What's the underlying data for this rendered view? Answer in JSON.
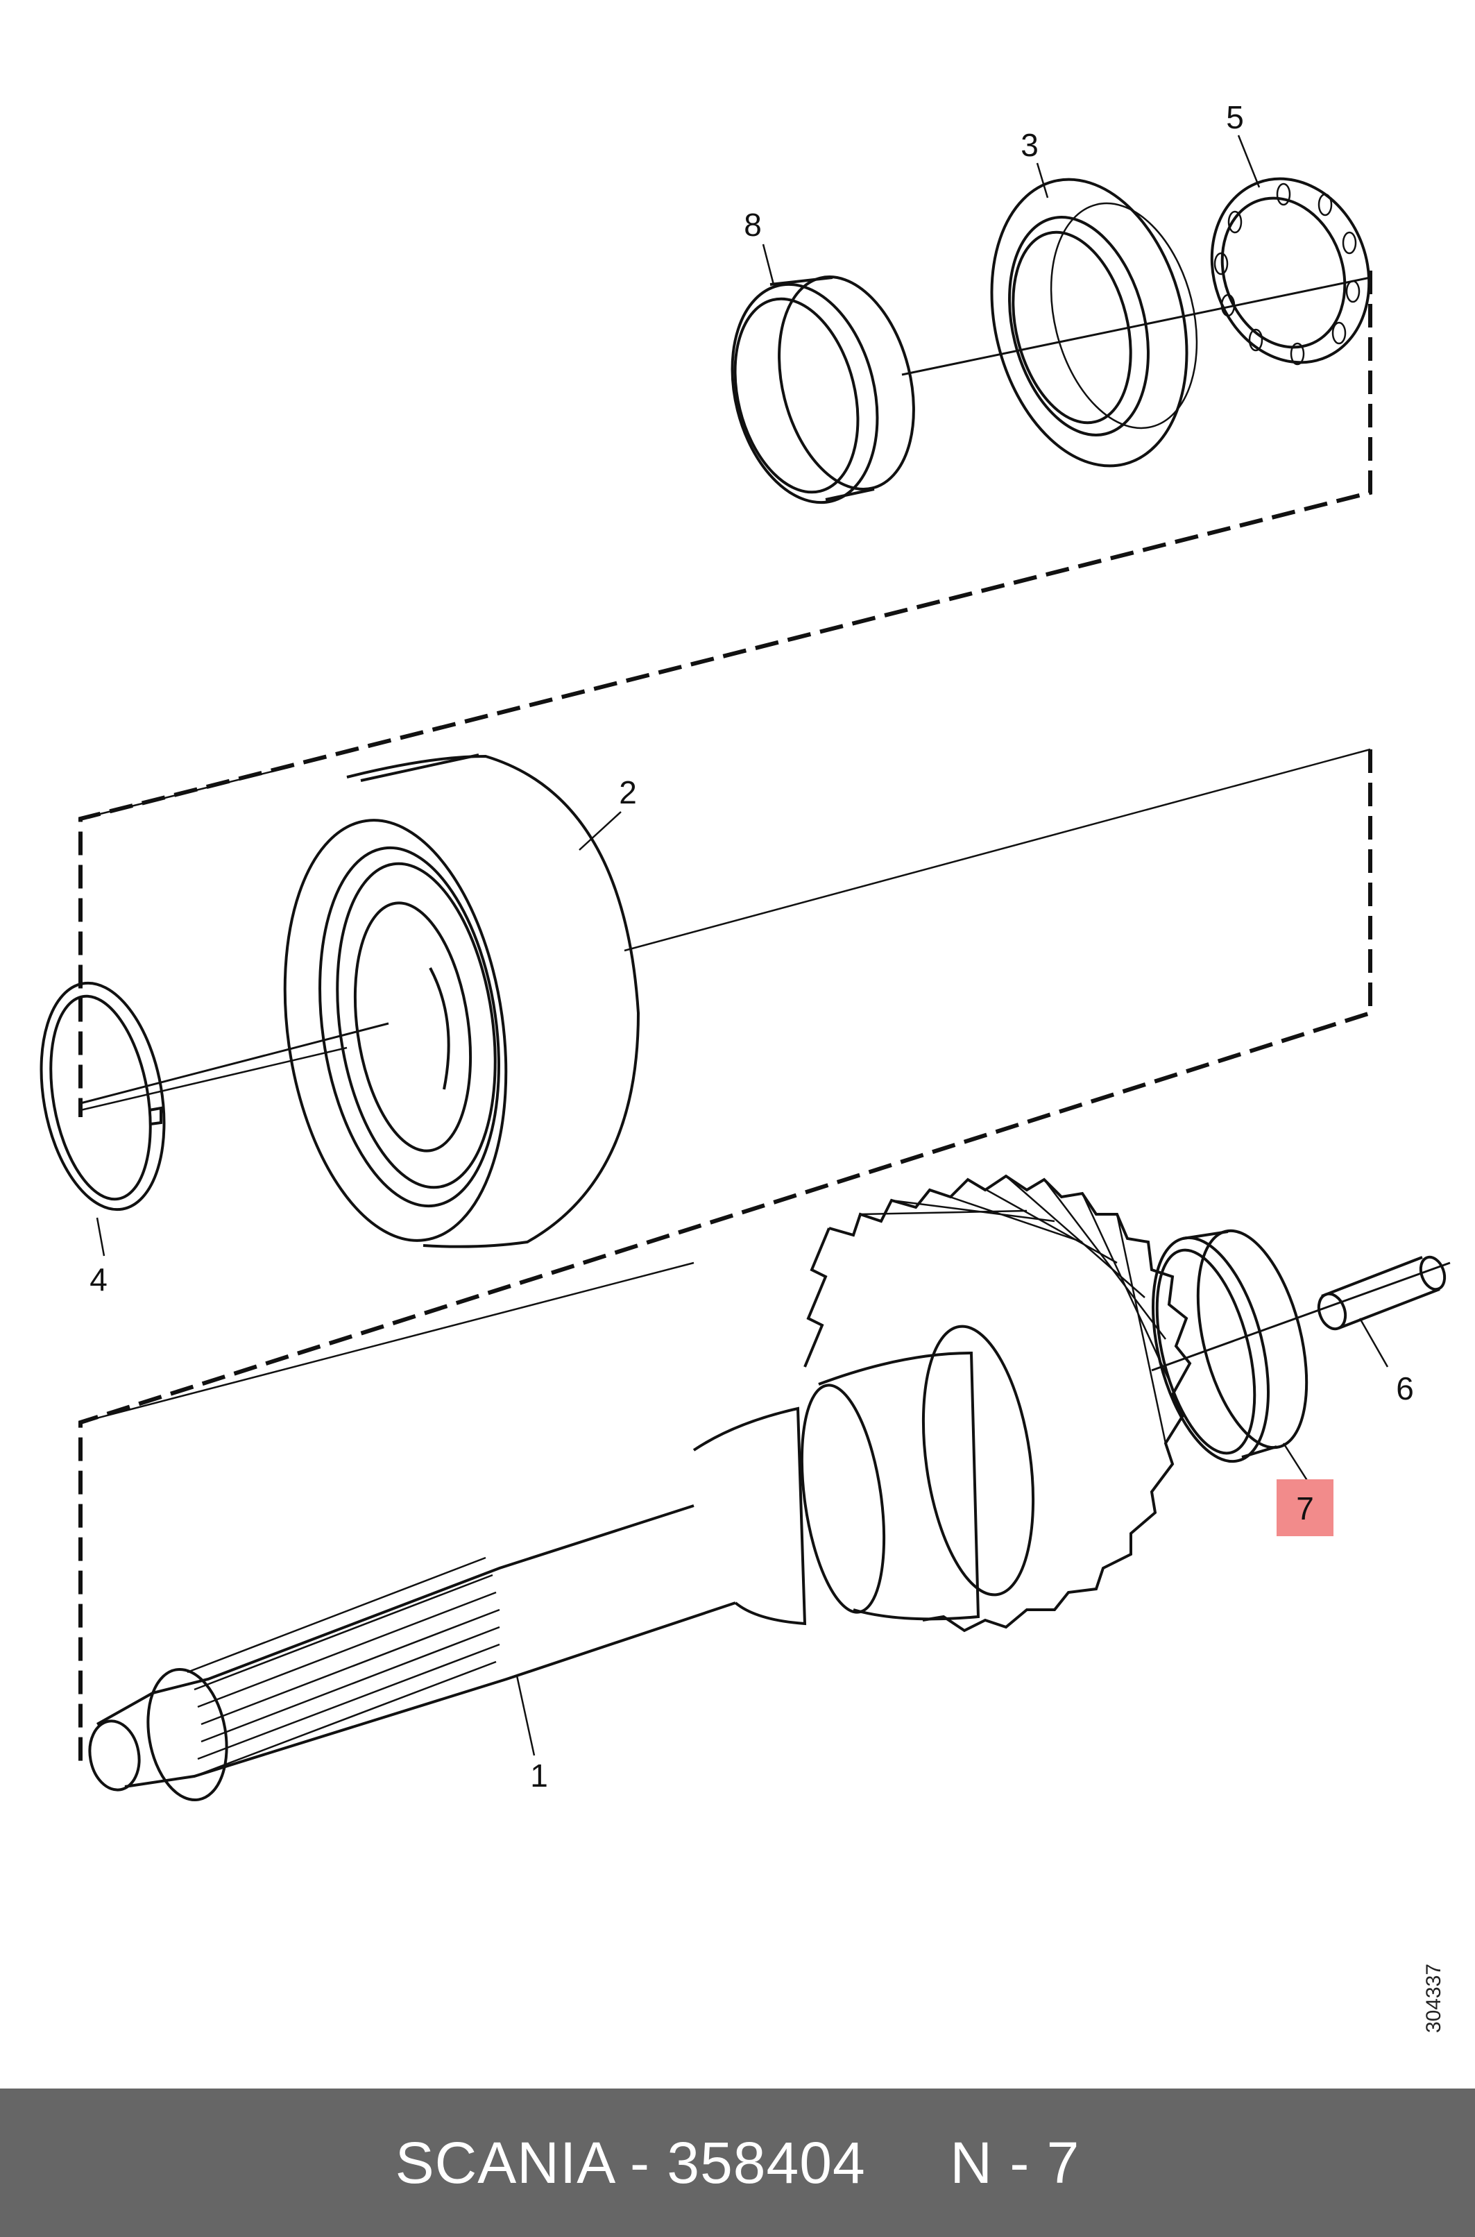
{
  "callouts": [
    {
      "label": "1"
    },
    {
      "label": "2"
    },
    {
      "label": "3"
    },
    {
      "label": "4"
    },
    {
      "label": "5"
    },
    {
      "label": "6"
    },
    {
      "label": "7"
    },
    {
      "label": "8"
    }
  ],
  "highlight": {
    "label": "7",
    "color": "#f28b8b"
  },
  "drawing_code": "304337",
  "footer": {
    "brand": "SCANIA",
    "separator1": " - ",
    "part_number": "358404",
    "separator2": "     ",
    "position": "N - 7",
    "background": "#666666",
    "text_color": "#ffffff"
  }
}
